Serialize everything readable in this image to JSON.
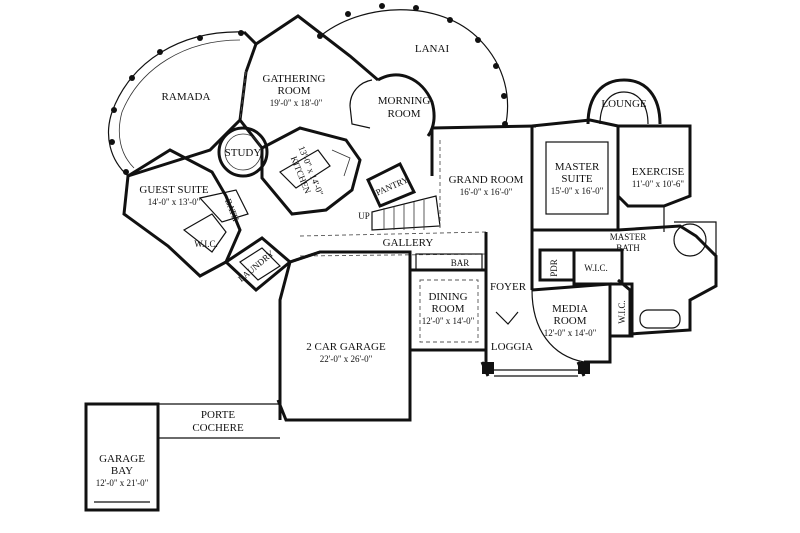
{
  "rooms": {
    "lanai": "LANAI",
    "ramada": "RAMADA",
    "gathering_room": "GATHERING",
    "gathering_room_2": "ROOM",
    "gathering_dim": "19'-0\" x 18'-0\"",
    "morning_room": "MORNING",
    "morning_room_2": "ROOM",
    "study": "STUDY",
    "kitchen": "KITCHEN",
    "kitchen_dim": "13'-0\" x 14'-0\"",
    "pantry": "PANTRY",
    "guest_suite": "GUEST SUITE",
    "guest_dim": "14'-0\" x 13'-0\"",
    "bath": "BATH",
    "wic_left": "W.I.C.",
    "laundry": "LAUNDRY",
    "up": "UP",
    "gallery": "GALLERY",
    "grand_room": "GRAND ROOM",
    "grand_dim": "16'-0\" x 16'-0\"",
    "master_suite": "MASTER",
    "master_suite_2": "SUITE",
    "master_dim": "15'-0\" x 16'-0\"",
    "lounge": "LOUNGE",
    "exercise": "EXERCISE",
    "exercise_dim": "11'-0\" x 10'-6\"",
    "master_bath": "MASTER",
    "master_bath_2": "BATH",
    "pdr": "PDR",
    "wic_mid": "W.I.C.",
    "wic_right": "W.I.C.",
    "bar": "BAR",
    "foyer": "FOYER",
    "dining_room": "DINING",
    "dining_room_2": "ROOM",
    "dining_dim": "12'-0\" x 14'-0\"",
    "media_room": "MEDIA",
    "media_room_2": "ROOM",
    "media_dim": "12'-0\" x 14'-0\"",
    "loggia": "LOGGIA",
    "garage": "2 CAR GARAGE",
    "garage_dim": "22'-0\" x 26'-0\"",
    "porte": "PORTE",
    "cochere": "COCHERE",
    "garage_bay": "GARAGE",
    "garage_bay_2": "BAY",
    "garage_bay_dim": "12'-0\" x 21'-0\""
  }
}
